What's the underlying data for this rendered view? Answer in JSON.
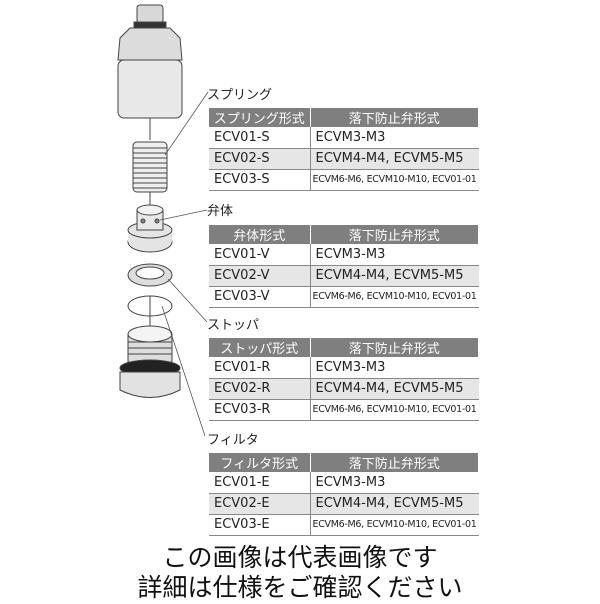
{
  "sections": [
    {
      "label": "スプリング",
      "headers": [
        "スプリング形式",
        "落下防止弁形式"
      ],
      "rows": [
        [
          "ECV01-S",
          "ECVM3-M3"
        ],
        [
          "ECV02-S",
          "ECVM4-M4, ECVM5-M5"
        ],
        [
          "ECV03-S",
          "ECVM6-M6, ECVM10-M10, ECV01-01"
        ]
      ]
    },
    {
      "label": "弁体",
      "headers": [
        "弁体形式",
        "落下防止弁形式"
      ],
      "rows": [
        [
          "ECV01-V",
          "ECVM3-M3"
        ],
        [
          "ECV02-V",
          "ECVM4-M4, ECVM5-M5"
        ],
        [
          "ECV03-V",
          "ECVM6-M6, ECVM10-M10, ECV01-01"
        ]
      ]
    },
    {
      "label": "ストッパ",
      "headers": [
        "ストッパ形式",
        "落下防止弁形式"
      ],
      "rows": [
        [
          "ECV01-R",
          "ECVM3-M3"
        ],
        [
          "ECV02-R",
          "ECVM4-M4, ECVM5-M5"
        ],
        [
          "ECV03-R",
          "ECVM6-M6, ECVM10-M10, ECV01-01"
        ]
      ]
    },
    {
      "label": "フィルタ",
      "headers": [
        "フィルタ形式",
        "落下防止弁形式"
      ],
      "rows": [
        [
          "ECV01-E",
          "ECVM3-M3"
        ],
        [
          "ECV02-E",
          "ECVM4-M4, ECVM5-M5"
        ],
        [
          "ECV03-E",
          "ECVM6-M6, ECVM10-M10, ECV01-01"
        ]
      ]
    }
  ],
  "notes": [
    "この画像は代表画像です",
    "詳細は仕様をご確認ください"
  ]
}
